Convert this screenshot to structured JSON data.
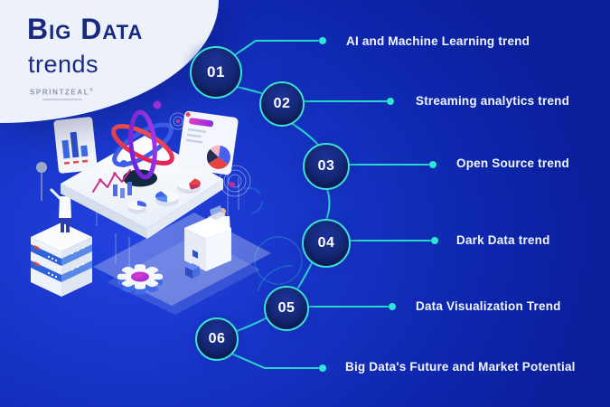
{
  "brand": {
    "title": "Big Data",
    "subtitle": "trends",
    "logo_text": "SPRINTZEAL",
    "logo_reg_mark": "®"
  },
  "timeline": {
    "steps": [
      {
        "number": "01",
        "label": "AI and Machine Learning trend"
      },
      {
        "number": "02",
        "label": "Streaming analytics trend"
      },
      {
        "number": "03",
        "label": "Open Source trend"
      },
      {
        "number": "04",
        "label": "Dark Data trend"
      },
      {
        "number": "05",
        "label": "Data Visualization Trend"
      },
      {
        "number": "06",
        "label": "Big Data's Future and Market Potential"
      }
    ]
  },
  "colors": {
    "background_deep": "#0a1f9c",
    "background_bright": "#2342e0",
    "accent_cyan": "#2bdccb",
    "dot_cyan": "#2ce8d6",
    "circle_ring": "#39e2d2",
    "circle_fill": "#13266f",
    "title_navy": "#18297f",
    "label_text": "#f2f6ff",
    "blob_white": "#edf1f9",
    "magenta": "#cc2a8a",
    "illustration_red": "#e84343",
    "illustration_blue": "#3d5ce8",
    "illustration_purple": "#8a2be2"
  },
  "illustration_icons": [
    "atom-icon",
    "isometric-platform-icon",
    "bar-chart-panel-icon",
    "dashboard-pie-panel-icon",
    "line-chart-icon",
    "pie-disc-icon",
    "server-stack-icon",
    "gear-icon",
    "workstation-desk-icon",
    "analyst-figure-icon",
    "concentric-rings-icon"
  ]
}
